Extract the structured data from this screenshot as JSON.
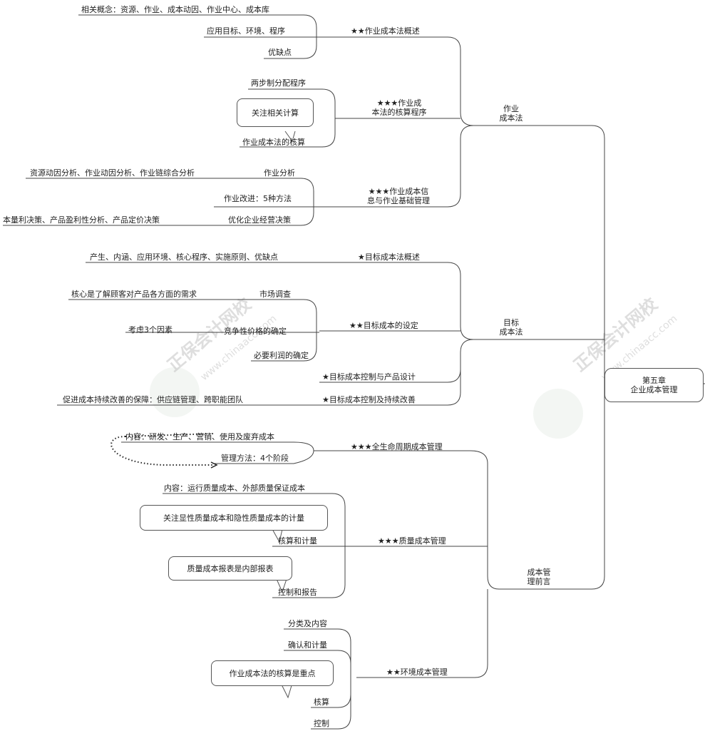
{
  "root": {
    "line1": "第五章",
    "line2": "企业成本管理"
  },
  "watermark": {
    "text": "正保会计网校",
    "url": "www.chinaacc.com"
  },
  "l1": {
    "abc": {
      "line1": "作业",
      "line2": "成本法"
    },
    "target": {
      "line1": "目标",
      "line2": "成本法"
    },
    "frontier": {
      "line1": "成本管",
      "line2": "理前言"
    }
  },
  "abc": {
    "overview": "★★作业成本法概述",
    "concepts": "相关概念：资源、作业、成本动因、作业中心、成本库",
    "scope": "应用目标、环境、程序",
    "pros": "优缺点",
    "process_l1": "★★★作业成",
    "process_l2": "本法的核算程序",
    "two_step": "两步制分配程序",
    "calc": "作业成本法的核算",
    "calc_note": "关注相关计算",
    "mgmt_l1": "★★★作业成本信",
    "mgmt_l2": "息与作业基础管理",
    "analysis": "作业分析",
    "analysis_detail": "资源动因分析、作业动因分析、作业链综合分析",
    "improve": "作业改进：5种方法",
    "decision": "优化企业经营决策",
    "decision_detail": "本量利决策、产品盈利性分析、产品定价决策"
  },
  "target": {
    "overview": "★目标成本法概述",
    "overview_detail": "产生、内涵、应用环境、核心程序、实施原则、优缺点",
    "setting": "★★目标成本的设定",
    "market": "市场调查",
    "market_detail": "核心是了解顾客对产品各方面的需求",
    "price": "竞争性价格的确定",
    "price_detail": "考虑3个因素",
    "profit": "必要利润的确定",
    "design": "★目标成本控制与产品设计",
    "improve": "★目标成本控制及持续改善",
    "improve_detail": "促进成本持续改善的保障：供应链管理、跨职能团队"
  },
  "frontier": {
    "lifecycle": "★★★全生命周期成本管理",
    "lc_content": "内容：研发、生产、营销、使用及废弃成本",
    "lc_method": "管理方法：4个阶段",
    "quality": "★★★质量成本管理",
    "q_content": "内容：运行质量成本、外部质量保证成本",
    "q_calc": "核算和计量",
    "q_calc_note": "关注显性质量成本和隐性质量成本的计量",
    "q_report": "控制和报告",
    "q_report_note": "质量成本报表是内部报表",
    "env": "★★环境成本管理",
    "env_class": "分类及内容",
    "env_measure": "确认和计量",
    "env_calc": "核算",
    "env_calc_note": "作业成本法的核算是重点",
    "env_control": "控制"
  }
}
